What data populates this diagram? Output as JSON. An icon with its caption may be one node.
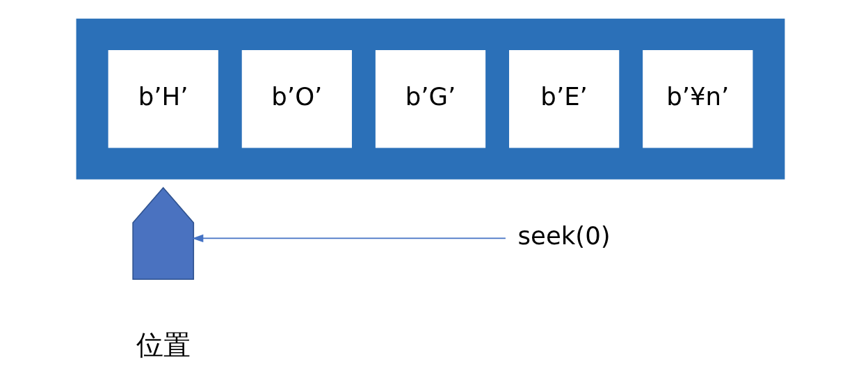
{
  "diagram": {
    "nodes": [
      {
        "text": [],
        "shape": "box"
      },
      {
        "text": [
          "b’H’"
        ],
        "in": 0
      },
      {
        "text": [
          "b’O’"
        ],
        "in": 0
      },
      {
        "text": [
          "b’G’"
        ],
        "in": 0
      },
      {
        "text": [
          "b’E’"
        ],
        "in": 0
      },
      {
        "text": [
          "b’¥n’"
        ],
        "in": 0
      },
      {
        "text": [],
        "shape": "arrow",
        "beside": [
          "位置"
        ]
      },
      {
        "text": [
          "seek(0)"
        ]
      }
    ],
    "edges": [
      {
        "from": 7,
        "to": 6,
        "arrow": "to"
      }
    ]
  }
}
